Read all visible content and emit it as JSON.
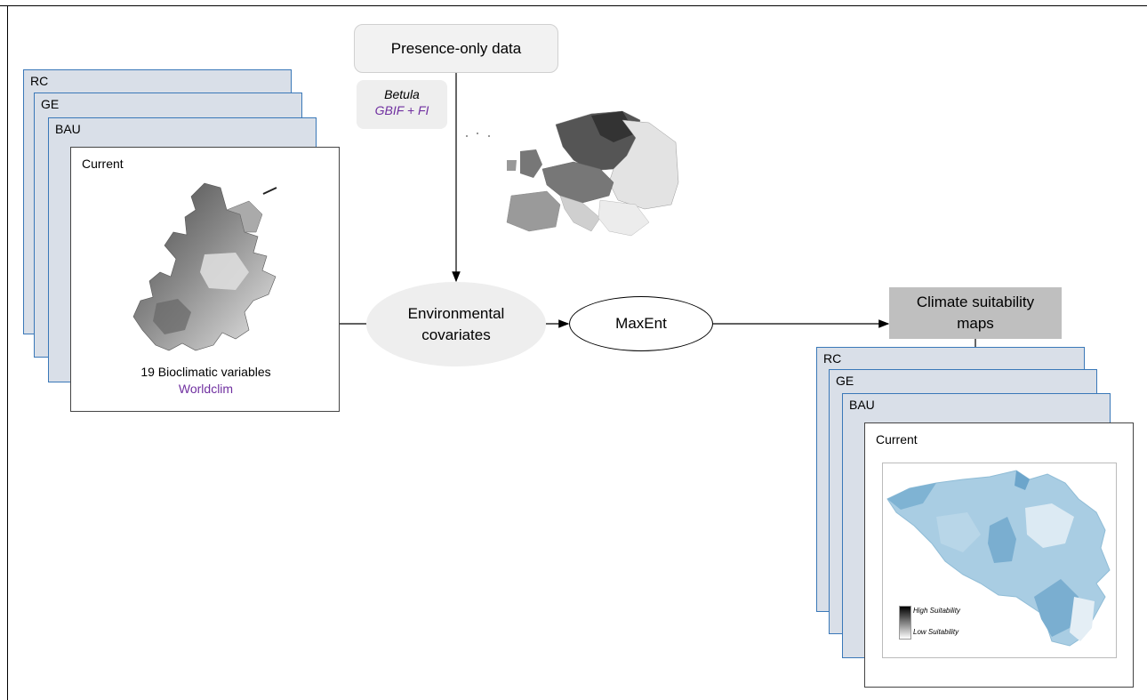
{
  "inputs": {
    "layers": [
      "RC",
      "GE",
      "BAU"
    ],
    "current_label": "Current",
    "caption_line1": "19 Bioclimatic variables",
    "caption_line2": "Worldclim"
  },
  "presence": {
    "title": "Presence-only data",
    "species": "Betula",
    "source": "GBIF + FI"
  },
  "covariates": {
    "line1": "Environmental",
    "line2": "covariates"
  },
  "model": {
    "label": "MaxEnt"
  },
  "outputs": {
    "title_line1": "Climate suitability",
    "title_line2": "maps",
    "layers": [
      "RC",
      "GE",
      "BAU"
    ],
    "current_label": "Current",
    "legend_high": "High Suitability",
    "legend_low": "Low Suitability"
  },
  "colors": {
    "layer_fill": "#d9dfe8",
    "layer_border": "#3a78b8",
    "source_text": "#7030a0",
    "output_box": "#bfbfbf"
  }
}
